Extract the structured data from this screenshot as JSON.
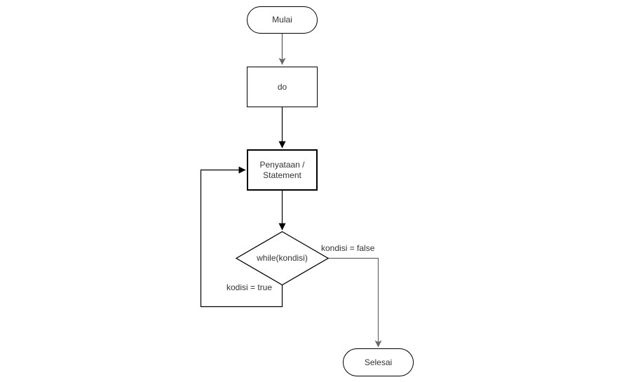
{
  "diagram": {
    "type": "flowchart",
    "description": "Do-while loop flowchart",
    "nodes": {
      "start": {
        "shape": "terminator",
        "label": "Mulai"
      },
      "do": {
        "shape": "process",
        "label": "do"
      },
      "statement": {
        "shape": "process",
        "label": "Penyataan /\nStatement"
      },
      "decision": {
        "shape": "decision",
        "label": "while(kondisi)"
      },
      "end": {
        "shape": "terminator",
        "label": "Selesai"
      }
    },
    "edges": [
      {
        "from": "start",
        "to": "do",
        "label": "",
        "color": "#666666"
      },
      {
        "from": "do",
        "to": "statement",
        "label": "",
        "color": "#000000"
      },
      {
        "from": "statement",
        "to": "decision",
        "label": "",
        "color": "#000000"
      },
      {
        "from": "decision",
        "to": "statement",
        "label": "kodisi = true",
        "color": "#000000"
      },
      {
        "from": "decision",
        "to": "end",
        "label": "kondisi = false",
        "color": "#666666"
      }
    ],
    "edge_labels": {
      "false_branch": "kondisi = false",
      "true_branch": "kodisi = true"
    },
    "colors": {
      "background": "#ffffff",
      "shape_fill": "#ffffff",
      "shape_stroke": "#000000",
      "edge_black": "#000000",
      "edge_gray": "#666666",
      "text": "#333333"
    }
  }
}
